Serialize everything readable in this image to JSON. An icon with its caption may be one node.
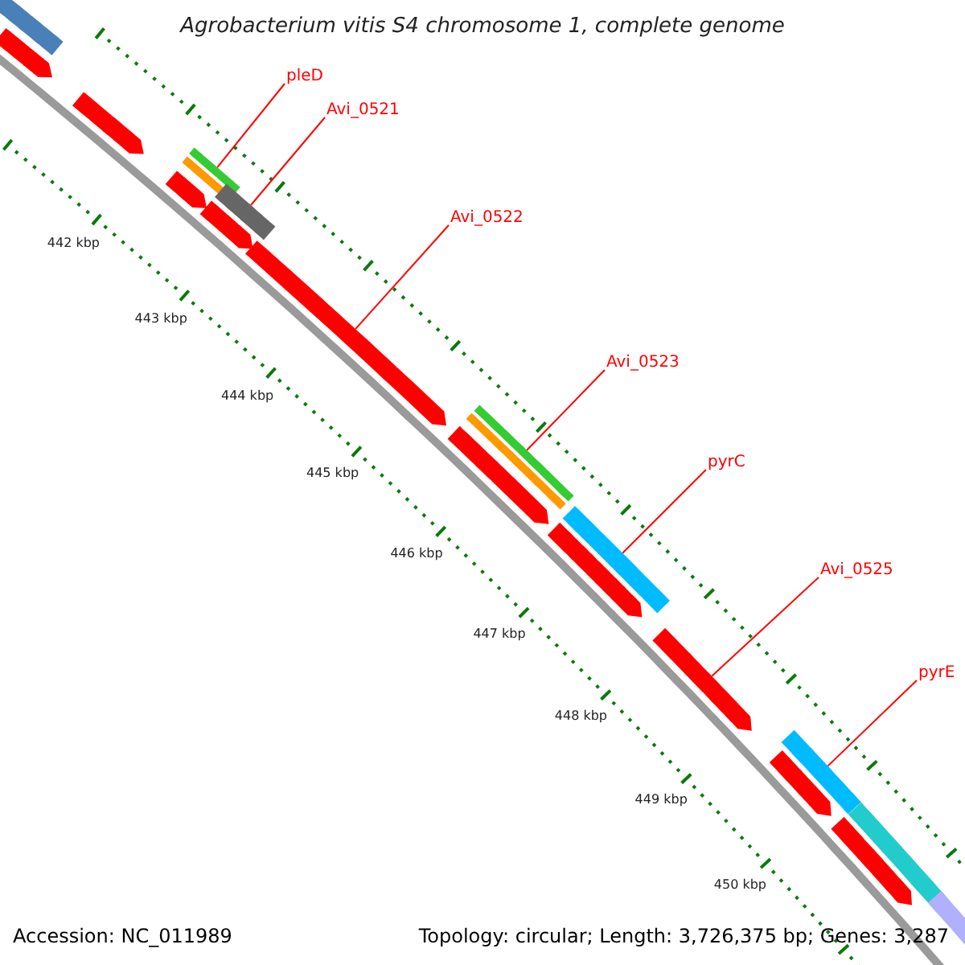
{
  "diagram": {
    "title": "Agrobacterium vitis S4 chromosome 1, complete genome",
    "nodes": [
      {
        "text": [
          "pleD"
        ]
      },
      {
        "text": [
          "Avi_0521"
        ]
      },
      {
        "text": [
          "Avi_0522"
        ]
      },
      {
        "text": [
          "Avi_0523"
        ]
      },
      {
        "text": [
          "pyrC"
        ]
      },
      {
        "text": [
          "Avi_0525"
        ]
      },
      {
        "text": [
          "pyrE"
        ]
      },
      {
        "text": [],
        "shape": "bar"
      },
      {
        "text": [],
        "shape": "bar"
      },
      {
        "text": [],
        "shape": "bar"
      },
      {
        "text": [],
        "shape": "bar"
      },
      {
        "text": [],
        "shape": "bar"
      },
      {
        "text": [],
        "shape": "bar"
      },
      {
        "text": [],
        "shape": "bar"
      }
    ],
    "edges": [
      {
        "from": 0,
        "to": 7,
        "arrow": "none"
      },
      {
        "from": 1,
        "to": 8,
        "arrow": "none"
      },
      {
        "from": 2,
        "to": 9,
        "arrow": "none"
      },
      {
        "from": 3,
        "to": 10,
        "arrow": "none"
      },
      {
        "from": 4,
        "to": 11,
        "arrow": "none"
      },
      {
        "from": 5,
        "to": 12,
        "arrow": "none"
      },
      {
        "from": 6,
        "to": 13,
        "arrow": "none"
      }
    ],
    "labels": [
      "442 kbp",
      "443 kbp",
      "444 kbp",
      "445 kbp",
      "446 kbp",
      "447 kbp",
      "448 kbp",
      "449 kbp",
      "450 kbp",
      "Accession: NC_011989",
      "Topology: circular; Length: 3,726,375 bp; Genes: 3,287"
    ]
  }
}
